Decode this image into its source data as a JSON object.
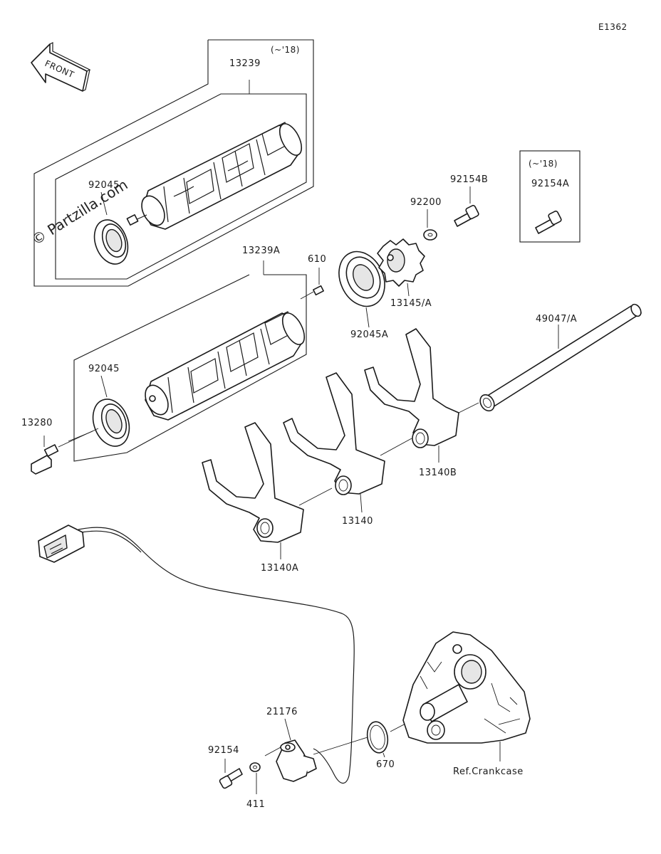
{
  "diagram_id": "E1362",
  "front_label": "FRONT",
  "watermark": "© Partzilla.com",
  "frames": {
    "top_year": "(~'18)",
    "right_year": "(~'18)"
  },
  "parts": {
    "p13239": "13239",
    "p92045_top": "92045",
    "p13239A": "13239A",
    "p610": "610",
    "p92045A": "92045A",
    "p92200": "92200",
    "p92154B": "92154B",
    "p92154A": "92154A",
    "p13145A": "13145/A",
    "p49047A": "49047/A",
    "p92045_mid": "92045",
    "p13280": "13280",
    "p13140B": "13140B",
    "p13140": "13140",
    "p13140A": "13140A",
    "p21176": "21176",
    "p92154": "92154",
    "p411": "411",
    "p670": "670",
    "ref_crankcase": "Ref.Crankcase"
  }
}
